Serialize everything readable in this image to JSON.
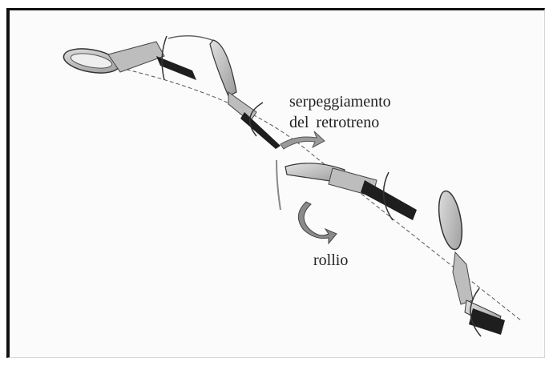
{
  "labels": {
    "yaw_line1": "serpeggiamento",
    "yaw_line2": "del  retrotreno",
    "roll": "rollio"
  },
  "colors": {
    "frame_border": "#111111",
    "vehicle_fill": "#c8c8c8",
    "vehicle_dark": "#1e1e1e",
    "path_line": "#555555"
  }
}
